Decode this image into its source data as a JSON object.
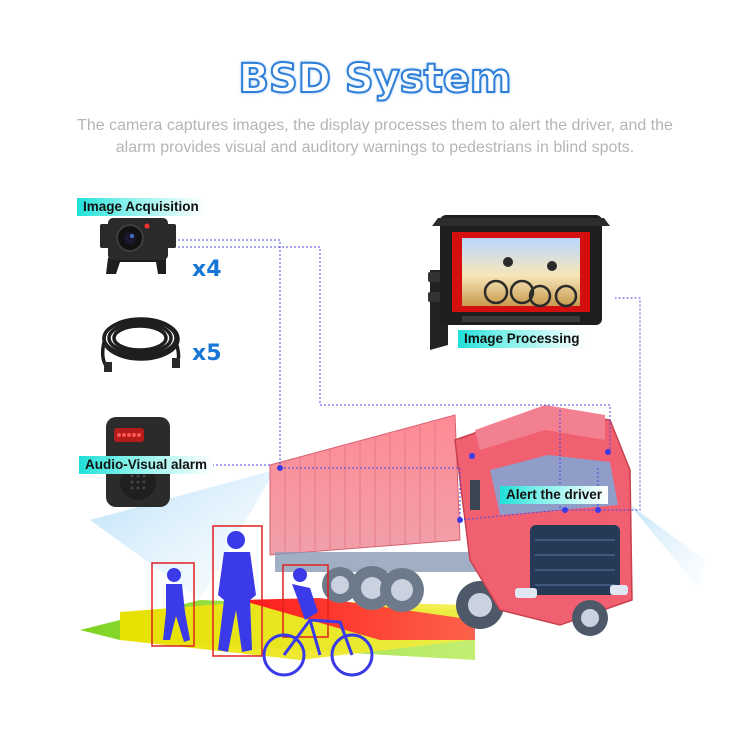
{
  "header": {
    "title": "BSD System",
    "subtitle_line1": "The camera captures images, the display processes them to alert the driver, and the",
    "subtitle_line2": "alarm provides visual and auditory warnings to pedestrians in blind spots."
  },
  "components": {
    "camera": {
      "label": "Image Acquisition",
      "quantity": "x4",
      "icon": "camera-icon"
    },
    "cable": {
      "quantity": "x5",
      "icon": "cable-icon"
    },
    "alarm": {
      "label": "Audio-Visual alarm",
      "icon": "alarm-speaker-icon"
    },
    "monitor": {
      "label": "Image Processing",
      "icon": "monitor-icon"
    },
    "truck": {
      "label": "Alert the driver",
      "icon": "truck-icon"
    }
  },
  "colors": {
    "title_stroke": "#2f7fd8",
    "label_bg": "#1fe0d8",
    "quantity": "#1877d6",
    "connector": "#4a4ae6",
    "zone_red": "#ff1a1a",
    "zone_yellow": "#f2e600",
    "zone_green": "#7ed321",
    "pedestrian": "#3a3ae8",
    "detection_box": "#e02020"
  }
}
